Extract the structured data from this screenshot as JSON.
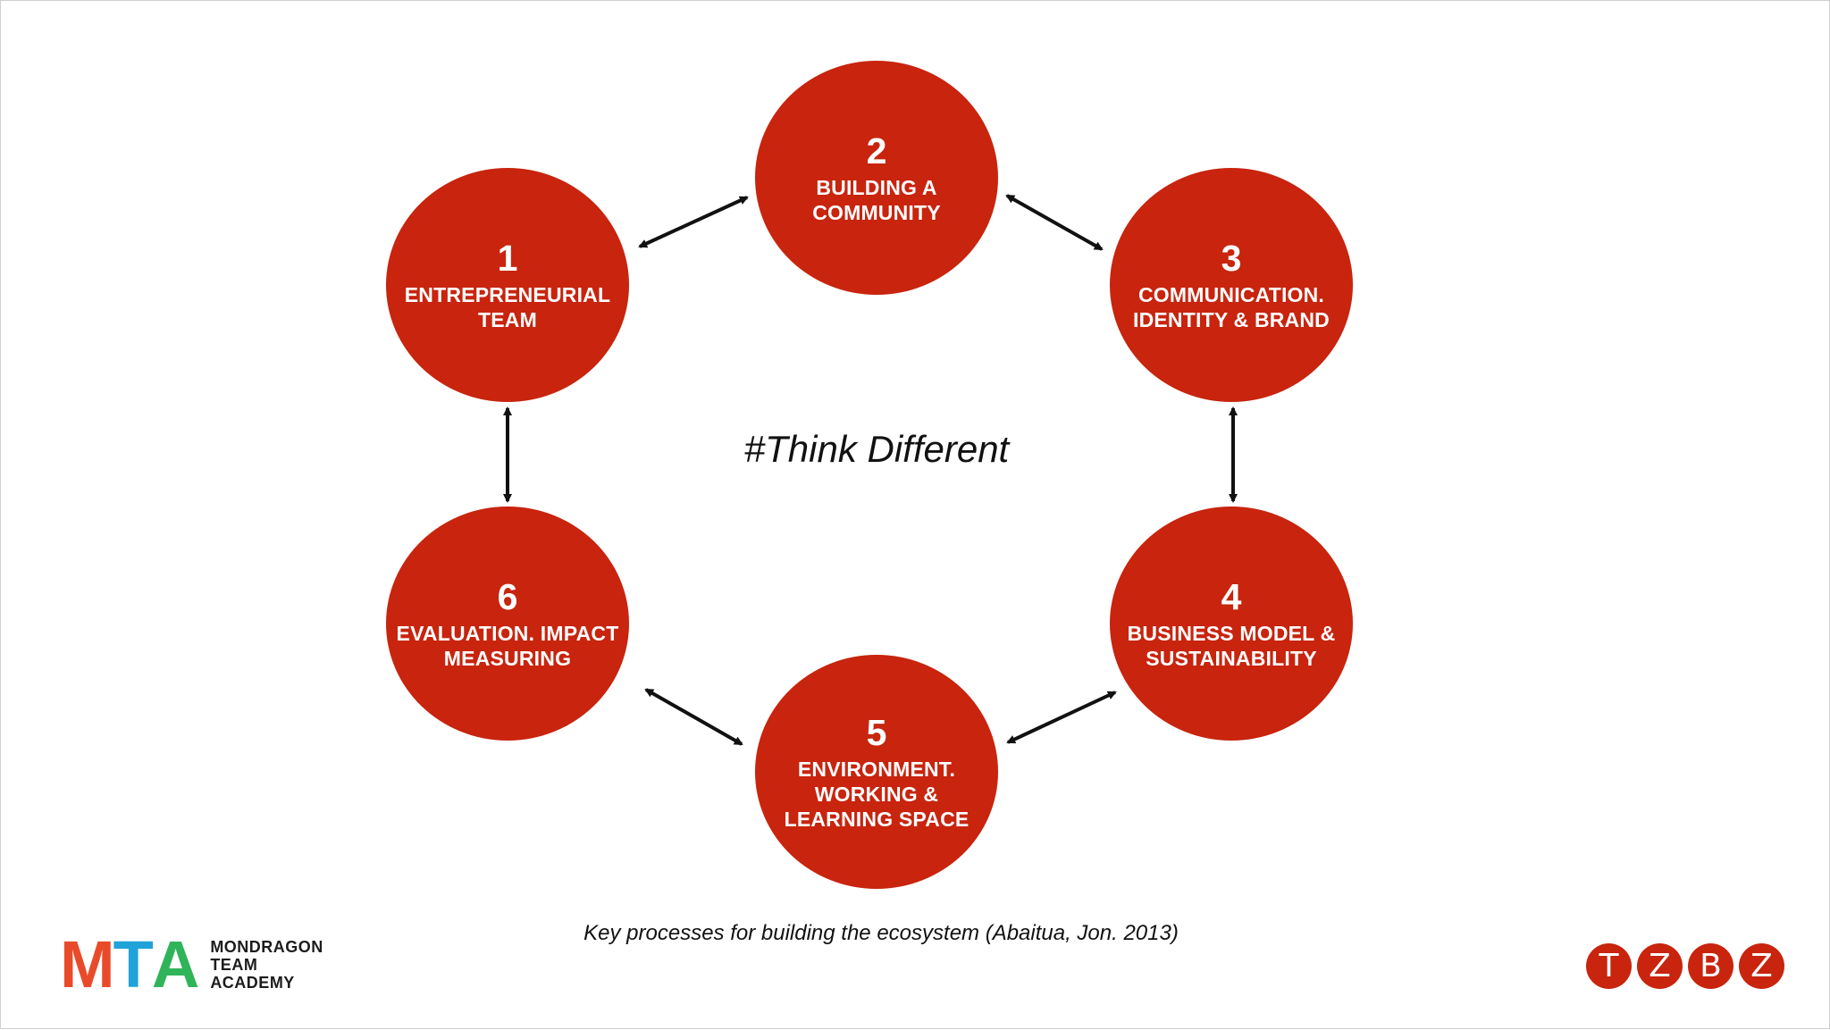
{
  "center_text": "#Think Different",
  "caption": "Key processes for building the ecosystem  (Abaitua, Jon. 2013)",
  "colors": {
    "node_fill": "#c8240e",
    "node_text": "#ffffff",
    "arrow": "#111111"
  },
  "nodes": [
    {
      "number": "1",
      "label": "ENTREPRENEURIAL\nTEAM"
    },
    {
      "number": "2",
      "label": "BUILDING A\nCOMMUNITY"
    },
    {
      "number": "3",
      "label": "COMMUNICATION.\nIDENTITY & BRAND"
    },
    {
      "number": "4",
      "label": "BUSINESS MODEL &\nSUSTAINABILITY"
    },
    {
      "number": "5",
      "label": "ENVIRONMENT.\nWORKING &\nLEARNING SPACE"
    },
    {
      "number": "6",
      "label": "EVALUATION. IMPACT\nMEASURING"
    }
  ],
  "logo_mta": {
    "letters": [
      {
        "char": "M",
        "color": "#e94b2a"
      },
      {
        "char": "T",
        "color": "#1fa3d8"
      },
      {
        "char": "A",
        "color": "#2fb45a"
      }
    ],
    "words": [
      "MONDRAGON",
      "TEAM",
      "ACADEMY"
    ]
  },
  "logo_tzbz": {
    "letters": [
      "T",
      "Z",
      "B",
      "Z"
    ],
    "color": "#c8240e"
  }
}
